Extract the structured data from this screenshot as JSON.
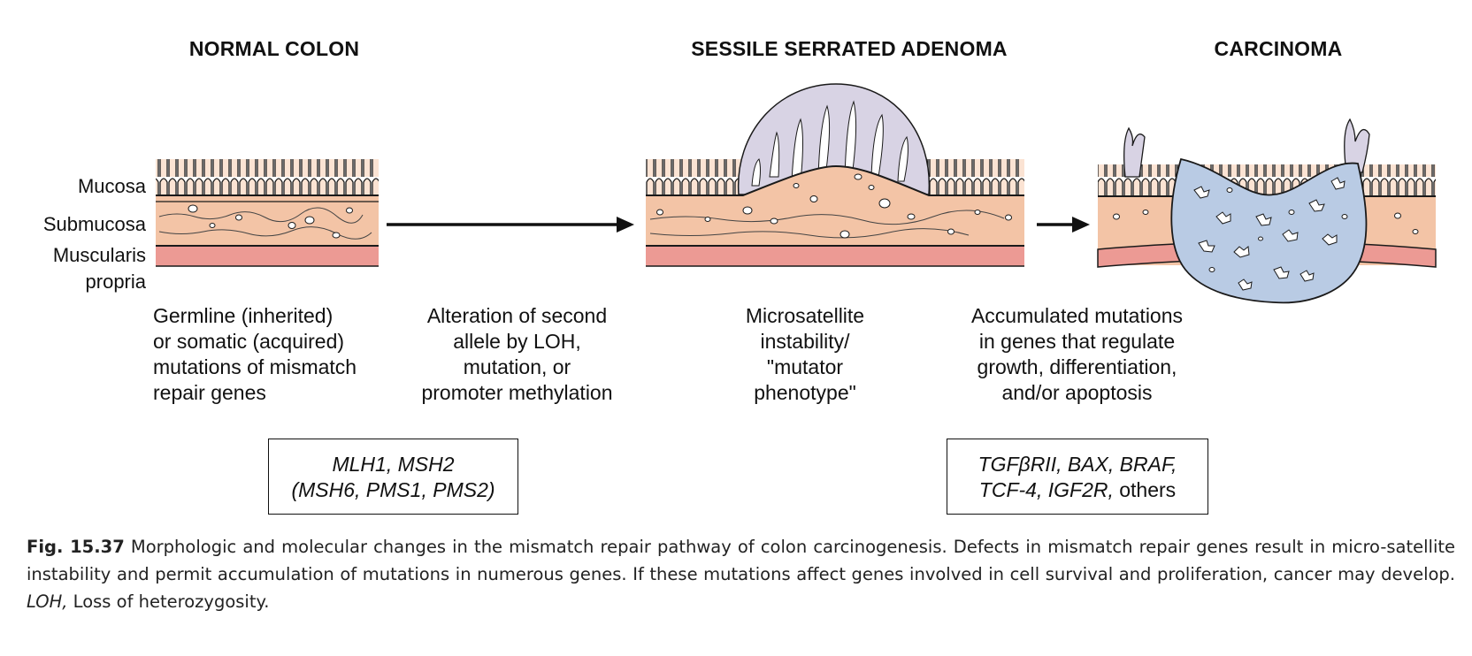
{
  "stages": {
    "normal": "NORMAL COLON",
    "adenoma": "SESSILE SERRATED ADENOMA",
    "carcinoma": "CARCINOMA"
  },
  "layers": {
    "mucosa": "Mucosa",
    "submucosa": "Submucosa",
    "muscularis_1": "Muscularis",
    "muscularis_2": "propria"
  },
  "descriptions": {
    "germline": [
      "Germline (inherited)",
      "or somatic (acquired)",
      "mutations of mismatch",
      "repair genes"
    ],
    "alteration": [
      "Alteration of second",
      "allele by LOH,",
      "mutation, or",
      "promoter methylation"
    ],
    "instability": [
      "Microsatellite",
      "instability/",
      "\"mutator",
      "phenotype\""
    ],
    "accumulated": [
      "Accumulated mutations",
      "in genes that regulate",
      "growth, differentiation,",
      "and/or apoptosis"
    ]
  },
  "gene_boxes": {
    "mismatch": {
      "line1": "MLH1, MSH2",
      "line2": "(MSH6, PMS1, PMS2)"
    },
    "targets": {
      "line1": "TGFβRII, BAX, BRAF,",
      "line2_italic": "TCF-4, IGF2R,",
      "line2_plain": " others"
    }
  },
  "caption": {
    "fig_label": "Fig. 15.37",
    "text": " Morphologic and molecular changes in the mismatch repair pathway of colon carcinogenesis. Defects in mismatch repair genes result in micro-satellite instability and permit accumulation of mutations in numerous genes. If these mutations affect genes involved in cell survival and proliferation, cancer may develop. ",
    "abbr": "LOH,",
    "abbr_def": " Loss of heterozygosity."
  },
  "colors": {
    "submucosa": "#f3c4a6",
    "muscularis": "#ec9a94",
    "polyp": "#d8d3e4",
    "tumor": "#b9cbe4",
    "outline": "#1a1a1a"
  }
}
